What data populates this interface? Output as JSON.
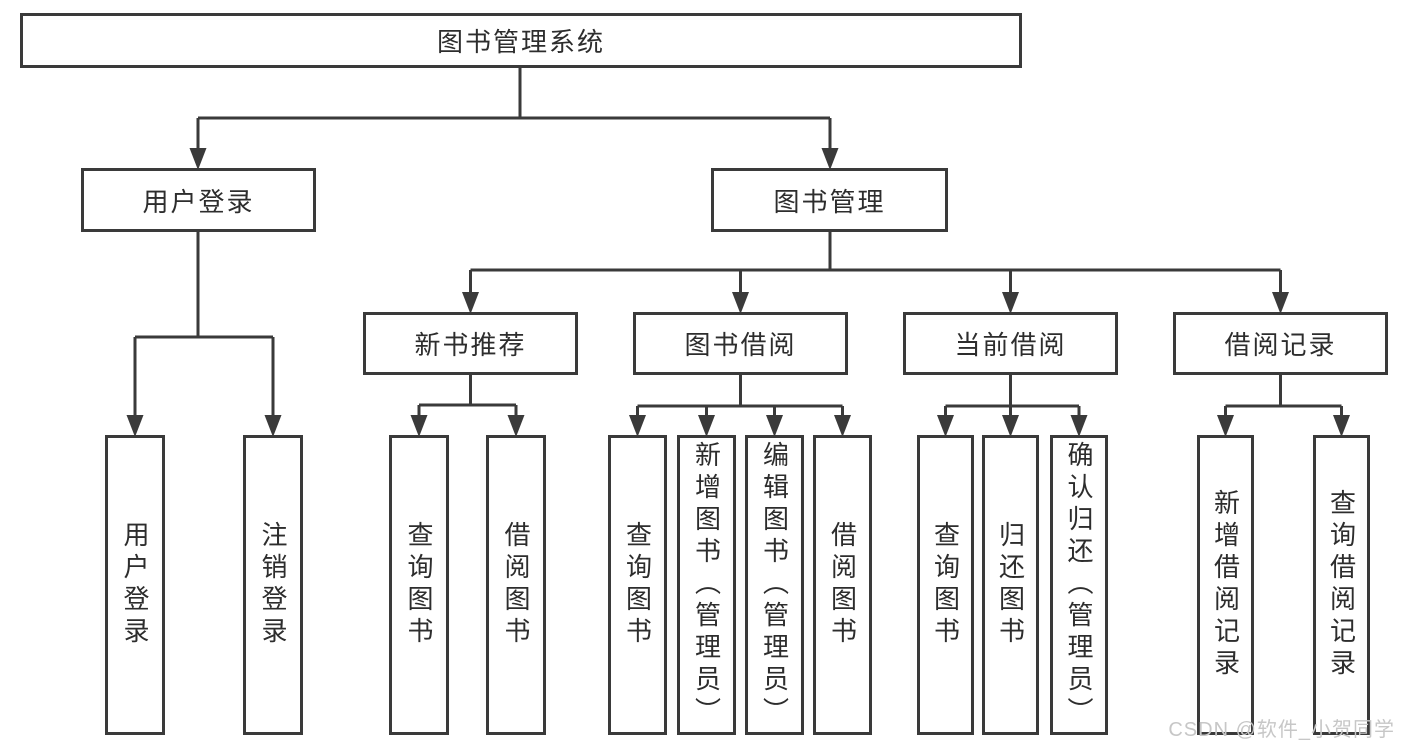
{
  "tree": {
    "root": "图书管理系统",
    "level2": {
      "user_login": "用户登录",
      "book_mgmt": "图书管理"
    },
    "level3": {
      "new_books": "新书推荐",
      "borrow": "图书借阅",
      "current": "当前借阅",
      "records": "借阅记录"
    },
    "leaves": {
      "user_login": [
        "用户登录",
        "注销登录"
      ],
      "new_books": [
        "查询图书",
        "借阅图书"
      ],
      "borrow": [
        "查询图书",
        "新增图书（管理员）",
        "编辑图书（管理员）",
        "借阅图书"
      ],
      "current": [
        "查询图书",
        "归还图书",
        "确认归还（管理员）"
      ],
      "records": [
        "新增借阅记录",
        "查询借阅记录"
      ]
    }
  },
  "watermark": {
    "text": "CSDN @软件_小贺同学"
  },
  "colors": {
    "line": "#3a3a3a",
    "text": "#2d2d2d",
    "watermark": "#c7c7c7",
    "background": "#ffffff"
  }
}
